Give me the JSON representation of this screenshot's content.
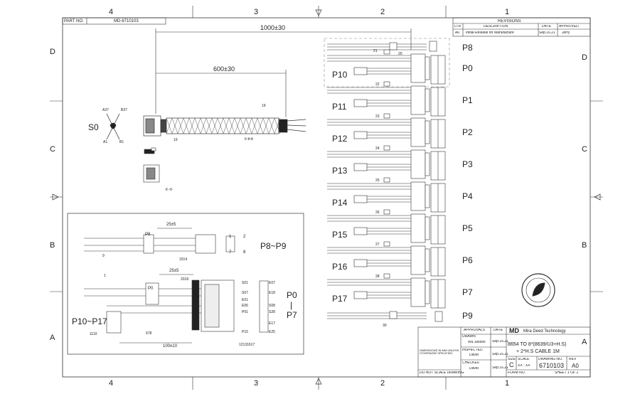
{
  "border": {
    "cols_top": [
      "4",
      "3",
      "2",
      "1"
    ],
    "cols_bottom": [
      "4",
      "3",
      "2",
      "1"
    ],
    "rows_left": [
      "D",
      "C",
      "B",
      "A"
    ],
    "rows_right": [
      "D",
      "C",
      "B",
      "A"
    ]
  },
  "part_no": {
    "label": "PART NO.",
    "value": "MD-6710103"
  },
  "dimensions": {
    "overall": "1000±30",
    "inner": "600±30",
    "p8_len": "25±5",
    "p0_len": "25±5",
    "p10_len": "100±10"
  },
  "revisions": {
    "title": "REVISIONS",
    "headers": [
      "LTR",
      "DESCRIPTION",
      "DATE",
      "APPROVED"
    ],
    "row": [
      "A0",
      "Initial Release for Manufacture",
      "Sep.16.21",
      "Jerry"
    ]
  },
  "connectors": {
    "s0": "S0",
    "pins": [
      "A37",
      "B37",
      "A1",
      "B1"
    ],
    "right_tags": [
      "P8",
      "P0",
      "P1",
      "P2",
      "P3",
      "P4",
      "P5",
      "P6",
      "P7",
      "P9"
    ],
    "left_tags": [
      "P10",
      "P11",
      "P12",
      "P13",
      "P14",
      "P15",
      "P16",
      "P17"
    ]
  },
  "callouts": {
    "c19": "19",
    "c1_8": "①⑧⑨",
    "c2_5": "②-⑤",
    "c21": "21",
    "c20": "20",
    "c22": "22",
    "c23": "23",
    "c24": "24",
    "c25": "25",
    "c26": "26",
    "c27": "27",
    "c28": "28",
    "c30": "30",
    "c9": "9",
    "c1": "1",
    "c15_14": "1514",
    "c20_18": "2018",
    "c6_7_8": "678",
    "c11_10": "1110",
    "c12_17": "12131617"
  },
  "detail": {
    "p8_tag": "P8",
    "p8_p9": "P8~P9",
    "p0_tag": "P0",
    "p0_p7_top": "P0",
    "p0_p7_bar": "|",
    "p0_p7_bottom": "P7",
    "p10_p17": "P10~P17",
    "pin_map": [
      "1",
      "2",
      "7",
      "8"
    ],
    "sas_pins": [
      "S01",
      "E07",
      "S07",
      "E18",
      "E01",
      "S08",
      "E06",
      "S28",
      "P01",
      "E17",
      "P15",
      "E25"
    ]
  },
  "title_block": {
    "approvals": "APPROVALS",
    "date_hdr": "DATE",
    "drawn": "DRAWN",
    "drawn_by": "Wu Jasons",
    "drawn_date": "Sep.16.21",
    "inspected": "INSPECTED",
    "inspected_by": "David",
    "inspected_date": "Sep.16.21",
    "checked": "CHECKED",
    "checked_by": "David",
    "checked_date": "Sep.16.21",
    "company": "Mira Deed Technology",
    "logo": "MD",
    "title_line1": "8654 TO 8*(8639/U3+H.S)",
    "title_line2": "+ 2*H.S CABLE  1M",
    "size_label": "SIZE",
    "size": "C",
    "scale_label": "SCALE",
    "scale": "XX : XX",
    "dwg_label": "DRAWING NO.",
    "dwg_no": "6710103",
    "rev_label": "REV",
    "rev": "A0",
    "form_no": "FORM NO.",
    "sheet": "SHEET  1 OF 2",
    "tolerance_note": "DIMENSIONS IN MM UNLESS OTHERWISE SPECIFIED",
    "no_scale": "DO NOT SCALE DRAWING"
  },
  "colors": {
    "line": "#333333",
    "ink": "#222222",
    "braid": "#555555"
  }
}
